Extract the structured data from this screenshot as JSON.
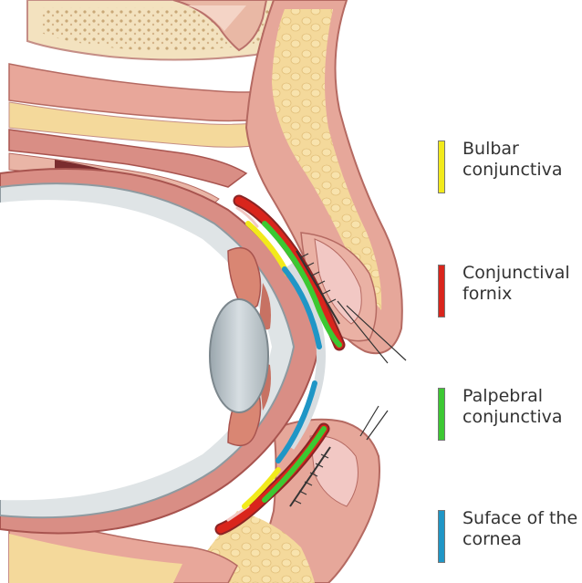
{
  "legend": [
    {
      "label": "Bulbar\nconjunctiva",
      "color": "#f2ea1b"
    },
    {
      "label": "Conjunctival\nfornix",
      "color": "#d9251c"
    },
    {
      "label": "Palpebral\nconjunctiva",
      "color": "#3cc832"
    },
    {
      "label": "Suface of the\ncornea",
      "color": "#1f96c6"
    }
  ]
}
